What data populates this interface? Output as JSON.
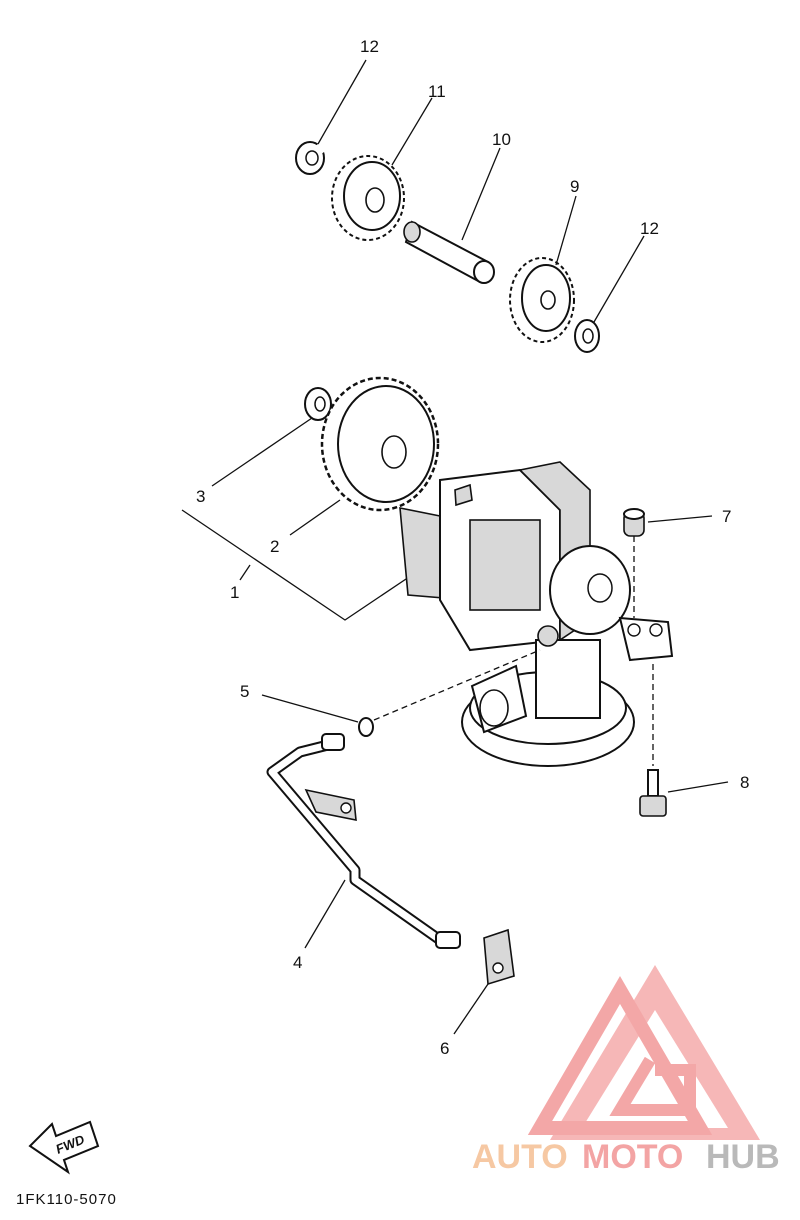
{
  "callouts": {
    "c1": "1",
    "c2": "2",
    "c3": "3",
    "c4": "4",
    "c5": "5",
    "c6": "6",
    "c7": "7",
    "c8": "8",
    "c9": "9",
    "c10": "10",
    "c11": "11",
    "c12a": "12",
    "c12b": "12"
  },
  "fwd_label": "FWD",
  "footer_code": "1FK110-5070",
  "watermark": {
    "part1": "AUTO",
    "part2": "MOTO",
    "part3": "HUB",
    "colors": {
      "auto": "#f6c8a3",
      "moto": "#f3a4a4",
      "hub": "#b9b9b9",
      "logo": "#f08a8a"
    }
  }
}
